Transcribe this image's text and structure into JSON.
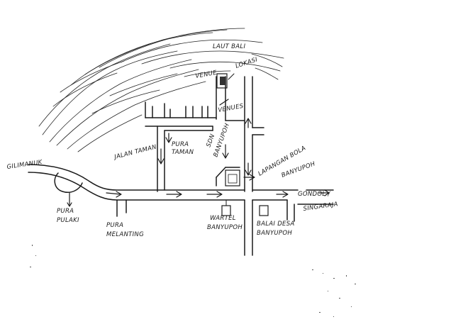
{
  "map": {
    "sea_label": "LAUT BALI",
    "labels": {
      "lokasi": "LOKASI",
      "venue1": "VENUE",
      "venue2": "VENUES",
      "gilimanuk": "GILIMANUK",
      "jalan_taman": "JALAN TAMAN",
      "pura_taman_1": "PURA",
      "pura_taman_2": "TAMAN",
      "sdn_1": "SDN",
      "sdn_2": "BANYUPOH",
      "lapangan_1": "LAPANGAN BOLA",
      "lapangan_2": "BANYUPOH",
      "gondol_1": "GONDOL /",
      "gondol_2": "SINGARAJA",
      "pura_pulaki_1": "PURA",
      "pura_pulaki_2": "PULAKI",
      "pura_melanting_1": "PURA",
      "pura_melanting_2": "MELANTING",
      "wartel_1": "WARTEL",
      "wartel_2": "BANYUPOH",
      "balai_1": "BALAI DESA",
      "balai_2": "BANYUPOH"
    }
  }
}
